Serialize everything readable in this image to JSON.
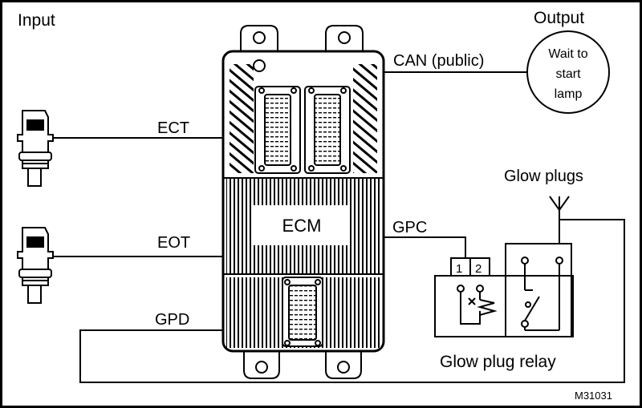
{
  "labels": {
    "input": "Input",
    "output": "Output",
    "can": "CAN (public)",
    "lamp_line1": "Wait to",
    "lamp_line2": "start",
    "lamp_line3": "lamp",
    "ect": "ECT",
    "eot": "EOT",
    "ecm": "ECM",
    "gpc": "GPC",
    "gpd": "GPD",
    "glow_plugs": "Glow plugs",
    "relay_pin1": "1",
    "relay_pin2": "2",
    "glow_plug_relay": "Glow plug relay",
    "figure_code": "M31031"
  },
  "colors": {
    "line": "#000000",
    "background": "#ffffff"
  }
}
